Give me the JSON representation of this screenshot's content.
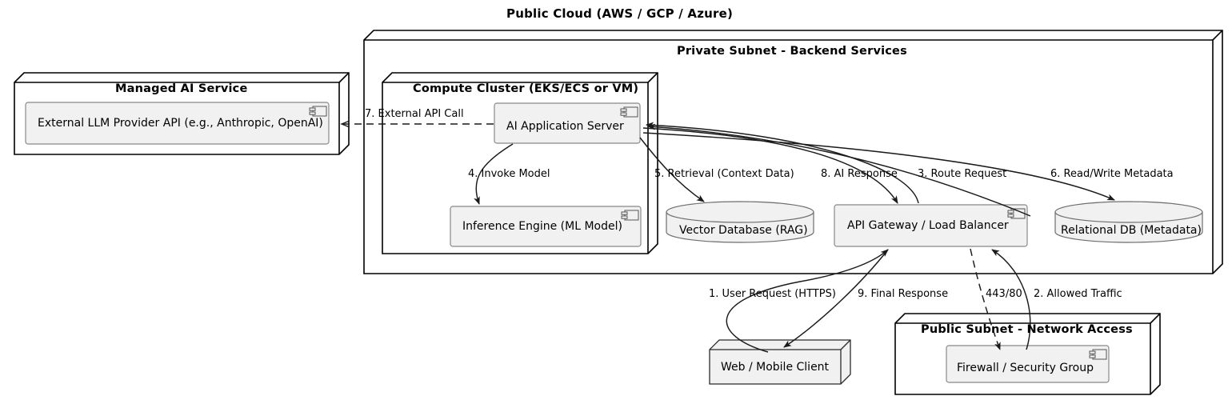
{
  "diagram": {
    "title": "Public Cloud (AWS / GCP / Azure)",
    "type": "uml-deployment-diagram",
    "colors": {
      "node_fill": "#FFFFFF",
      "node_stroke": "#000000",
      "component_fill": "#F1F1F1",
      "component_stroke": "#888888",
      "db_fill": "#F1F1F1",
      "db_stroke": "#6E6E6E",
      "box3d_fill": "#F1F1F1",
      "edge_stroke": "#1A1A1A",
      "text": "#000000",
      "background": "#FFFFFF"
    }
  },
  "nodes": {
    "managed_ai_service": {
      "title": "Managed AI Service",
      "component": {
        "label": "External LLM Provider API (e.g., Anthropic, OpenAI)",
        "icon": "uml-component-icon"
      }
    },
    "private_subnet": {
      "title": "Private Subnet - Backend Services"
    },
    "compute_cluster": {
      "title": "Compute Cluster (EKS/ECS or VM)",
      "components": [
        {
          "label": "AI Application Server",
          "icon": "uml-component-icon"
        },
        {
          "label": "Inference Engine (ML Model)",
          "icon": "uml-component-icon"
        }
      ]
    },
    "public_subnet": {
      "title": "Public Subnet - Network Access",
      "component": {
        "label": "Firewall / Security Group",
        "icon": "uml-component-icon"
      }
    },
    "api_gateway": {
      "label": "API Gateway / Load Balancer",
      "icon": "uml-component-icon"
    },
    "web_mobile_client": {
      "label": "Web / Mobile Client",
      "shape": "box3d"
    }
  },
  "databases": [
    {
      "label": "Vector Database (RAG)",
      "shape": "cylinder"
    },
    {
      "label": "Relational DB (Metadata)",
      "shape": "cylinder"
    }
  ],
  "edges": [
    {
      "id": "e1",
      "label": "1. User Request (HTTPS)",
      "style": "solid",
      "from": "web_mobile_client",
      "to": "api_gateway"
    },
    {
      "id": "e2",
      "label": "2. Allowed Traffic",
      "style": "solid",
      "from": "firewall",
      "to": "api_gateway"
    },
    {
      "id": "e3",
      "label": "3. Route Request",
      "style": "solid",
      "from": "api_gateway",
      "to": "ai_application_server"
    },
    {
      "id": "e4",
      "label": "4. Invoke Model",
      "style": "solid",
      "from": "ai_application_server",
      "to": "inference_engine"
    },
    {
      "id": "e5",
      "label": "5. Retrieval (Context Data)",
      "style": "solid",
      "from": "ai_application_server",
      "to": "vector_database"
    },
    {
      "id": "e6",
      "label": "6. Read/Write Metadata",
      "style": "solid",
      "from": "ai_application_server",
      "to": "relational_db"
    },
    {
      "id": "e7",
      "label": "7. External API Call",
      "style": "dashed",
      "from": "ai_application_server",
      "to": "external_llm_provider_api"
    },
    {
      "id": "e8",
      "label": "8. AI Response",
      "style": "solid",
      "from": "api_gateway",
      "to": "ai_application_server"
    },
    {
      "id": "e9",
      "label": "9. Final Response",
      "style": "solid",
      "from": "api_gateway",
      "to": "web_mobile_client"
    },
    {
      "id": "e10",
      "label": "443/80",
      "style": "dashed",
      "from": "api_gateway",
      "to": "firewall"
    }
  ]
}
